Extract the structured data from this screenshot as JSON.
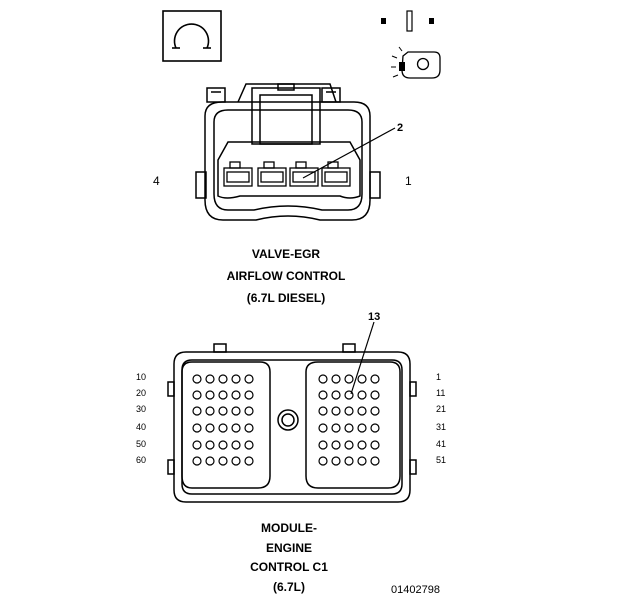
{
  "diagram": {
    "egr": {
      "title_lines": [
        "VALVE-EGR",
        "AIRFLOW CONTROL",
        "(6.7L DIESEL)"
      ],
      "left_label": "4",
      "right_label": "1",
      "callout": "2"
    },
    "ecm": {
      "title_lines": [
        "MODULE-",
        "ENGINE",
        "CONTROL C1",
        "(6.7L)"
      ],
      "callout": "13",
      "left_labels": [
        "10",
        "20",
        "30",
        "40",
        "50",
        "60"
      ],
      "right_labels": [
        "1",
        "11",
        "21",
        "31",
        "41",
        "51"
      ]
    },
    "figure_id": "01402798"
  }
}
